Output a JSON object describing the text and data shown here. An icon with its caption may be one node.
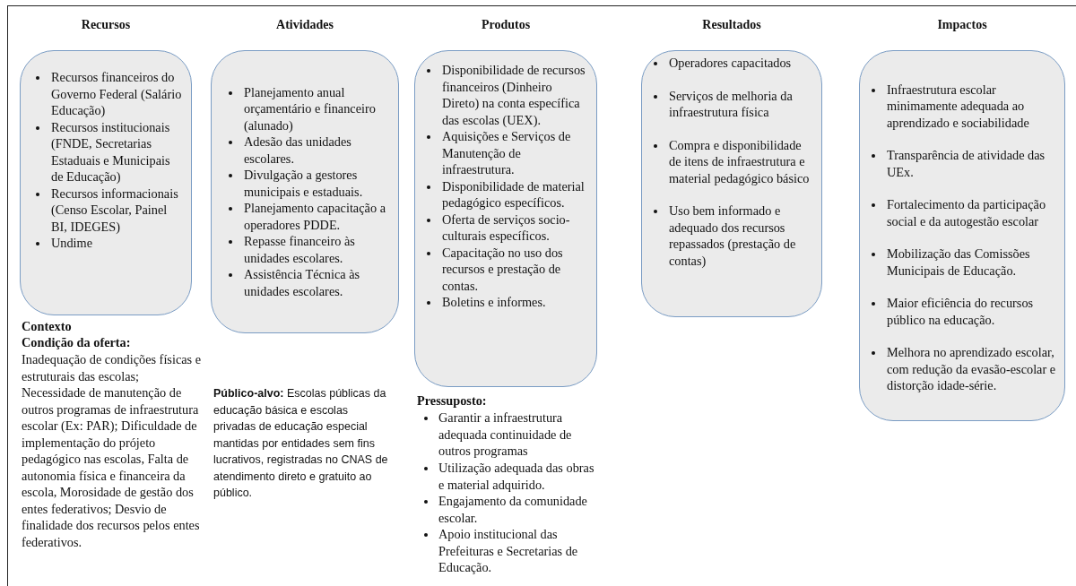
{
  "diagram": {
    "nodes": [
      {
        "text": [
          "Recursos",
          "Recursos financeiros do Governo Federal (Salário Educação)",
          "Recursos institucionais (FNDE, Secretarias Estaduais e Municipais de Educação)",
          "Recursos informacionais (Censo Escolar, Painel BI, IDEGES)",
          "Undime"
        ]
      },
      {
        "text": [
          "Atividades",
          "Planejamento anual orçamentário e financeiro (alunado)",
          "Adesão das unidades escolares.",
          "Divulgação a gestores municipais e estaduais.",
          "Planejamento capacitação a operadores PDDE.",
          "Repasse financeiro às unidades escolares.",
          "Assistência Técnica às unidades escolares."
        ]
      },
      {
        "text": [
          "Produtos",
          "Disponibilidade de recursos financeiros (Dinheiro Direto) na conta específica das escolas (UEX).",
          "Aquisições e Serviços de Manutenção de infraestrutura.",
          "Disponibilidade de material pedagógico específicos.",
          "Oferta de serviços socio-culturais específicos.",
          "Capacitação no uso dos recursos e  prestação de contas.",
          "Boletins e informes."
        ]
      },
      {
        "text": [
          "Resultados",
          "Operadores capacitados",
          "Serviços de melhoria da infraestrutura física",
          "Compra e disponibilidade de itens de infraestrutura e material pedagógico básico",
          "Uso bem informado e adequado dos recursos repassados (prestação de contas)"
        ]
      },
      {
        "text": [
          "Impactos",
          "Infraestrutura escolar minimamente adequada ao aprendizado e sociabilidade",
          "Transparência de atividade das UEx.",
          "Fortalecimento da participação social e da autogestão escolar",
          "Mobilização das Comissões Municipais de Educação.",
          "Maior eficiência do recursos público na educação.",
          "Melhora no aprendizado escolar, com redução da evasão-escolar e distorção idade-série."
        ]
      }
    ],
    "labels": [
      "Contexto",
      "Condição da oferta:",
      "Inadequação de condições físicas e estruturais das escolas; Necessidade de manutenção de outros programas de infraestrutura escolar (Ex: PAR); Dificuldade de implementação do prójeto pedagógico nas escolas, Falta de autonomia física e financeira da escola, Morosidade de gestão dos entes federativos; Desvio de finalidade dos recursos pelos entes federativos.",
      "**Público-alvo:** Escolas públicas da educação básica e escolas privadas de educação especial mantidas por entidades sem fins lucrativos, registradas no CNAS de atendimento direto e gratuito ao público.",
      "Pressuposto:",
      "Garantir a infraestrutura adequada continuidade de outros programas",
      "Utilização adequada das obras e material adquirido.",
      "Engajamento da comunidade escolar.",
      "Apoio institucional das Prefeituras e Secretarias de Educação."
    ]
  }
}
